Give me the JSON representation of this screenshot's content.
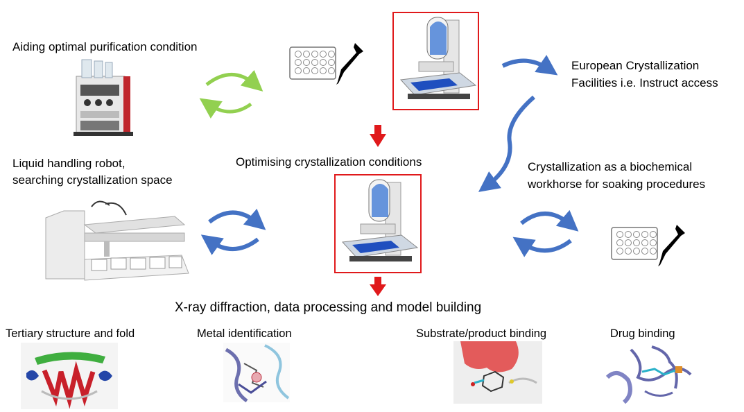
{
  "labels": {
    "purification": "Aiding optimal purification condition",
    "liquid_line1": "Liquid handling robot,",
    "liquid_line2": "searching crystallization space",
    "optimising": "Optimising crystallization conditions",
    "european_line1": "European Crystallization",
    "european_line2": "Facilities i.e. Instruct access",
    "workhorse_line1": "Crystallization as a biochemical",
    "workhorse_line2": "workhorse for soaking procedures",
    "xray": "X-ray diffraction, data processing and model building",
    "tertiary": "Tertiary structure and fold",
    "metal": "Metal identification",
    "substrate": "Substrate/product binding",
    "drug": "Drug binding"
  },
  "colors": {
    "green_arrow": "#92d050",
    "blue_arrow": "#4472c4",
    "red_arrow": "#e0191b",
    "box_border": "#e0191b"
  },
  "icons": [
    "purification-system-image",
    "well-plate-icon",
    "pipette-icon",
    "crystallization-robot-image",
    "liquid-handling-robot-image",
    "protein-fold-image",
    "metal-site-image",
    "substrate-binding-image",
    "drug-binding-image"
  ]
}
